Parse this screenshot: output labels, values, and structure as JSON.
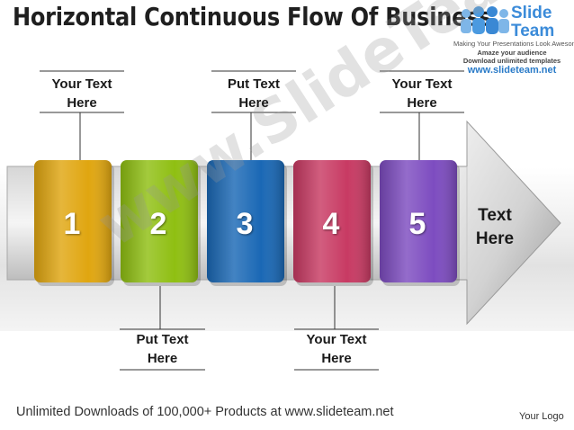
{
  "title": "Horizontal Continuous Flow Of Business",
  "logo": {
    "word1": "Slide",
    "word2": "Team",
    "tagline1": "Making Your Presentations Look Awesome",
    "tagline2": "Amaze your audience",
    "tagline3": "Download unlimited templates",
    "url": "www.slideteam.net"
  },
  "steps": [
    {
      "number": "1",
      "color": "#e0a610"
    },
    {
      "number": "2",
      "color": "#8fbf12"
    },
    {
      "number": "3",
      "color": "#1a68b5"
    },
    {
      "number": "4",
      "color": "#c83a63"
    },
    {
      "number": "5",
      "color": "#7d4cc0"
    }
  ],
  "arrow_text": "Text Here",
  "callouts": {
    "top_1": "Your Text Here",
    "top_3": "Put Text Here",
    "top_5": "Your Text Here",
    "bottom_2": "Put Text Here",
    "bottom_4": "Your Text Here"
  },
  "watermark": "www.SlideTeam.net",
  "footer": "Unlimited Downloads of 100,000+ Products at www.slideteam.net",
  "your_logo": "Your Logo"
}
